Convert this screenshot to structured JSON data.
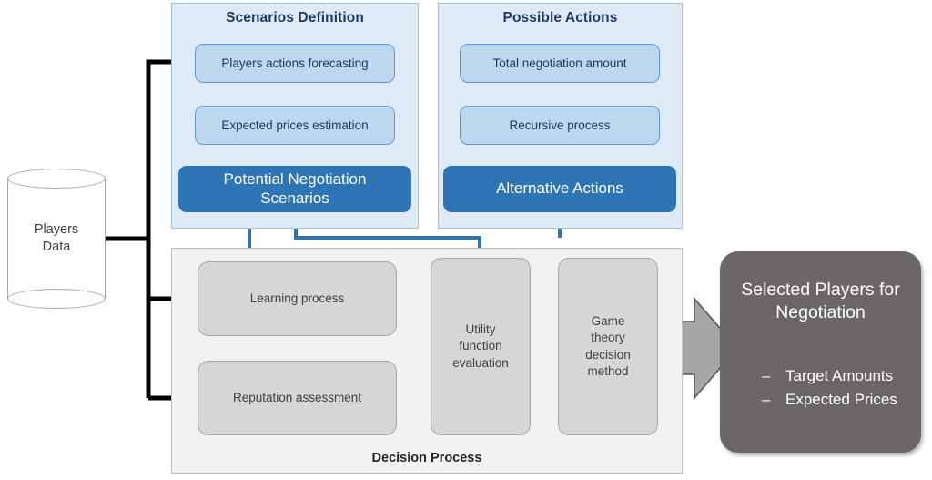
{
  "colors": {
    "panel_bg": "#DEEBF7",
    "panel_border": "#9DC3E6",
    "light_box": "#BDD7EE",
    "light_box_border": "#5B9BD5",
    "dark_blue": "#2E75B6",
    "title_text": "#1F3864",
    "decision_bg": "#F2F2F2",
    "decision_border": "#BFBFBF",
    "gray_box": "#D6D6D6",
    "gray_box_border": "#A6A6A6",
    "result_box": "#6B6766",
    "big_arrow": "#A6A6A6",
    "black_connector": "#000000"
  },
  "datastore": {
    "label_line1": "Players",
    "label_line2": "Data",
    "icon": "cylinder-database-icon"
  },
  "scenarios_panel": {
    "title": "Scenarios Definition",
    "steps": [
      {
        "label": "Players actions forecasting"
      },
      {
        "label": "Expected prices estimation"
      }
    ],
    "output": {
      "line1": "Potential Negotiation",
      "line2": "Scenarios"
    }
  },
  "actions_panel": {
    "title": "Possible Actions",
    "steps": [
      {
        "label": "Total negotiation amount"
      },
      {
        "label": "Recursive process"
      }
    ],
    "output": {
      "line1": "Alternative Actions",
      "line2": ""
    }
  },
  "decision_panel": {
    "label": "Decision Process",
    "boxes": [
      {
        "name": "learning-process",
        "lines": [
          "Learning process"
        ]
      },
      {
        "name": "reputation-assessment",
        "lines": [
          "Reputation assessment"
        ]
      },
      {
        "name": "utility-function-evaluation",
        "lines": [
          "Utility",
          "function",
          "evaluation"
        ]
      },
      {
        "name": "game-theory-decision-method",
        "lines": [
          "Game",
          "theory",
          "decision",
          "method"
        ]
      }
    ]
  },
  "result": {
    "title_line1": "Selected Players for",
    "title_line2": "Negotiation",
    "bullet_marker": "–",
    "bullets": [
      "Target Amounts",
      "Expected Prices"
    ]
  },
  "arrows": {
    "big_arrow_name": "big-right-arrow-to-result"
  }
}
